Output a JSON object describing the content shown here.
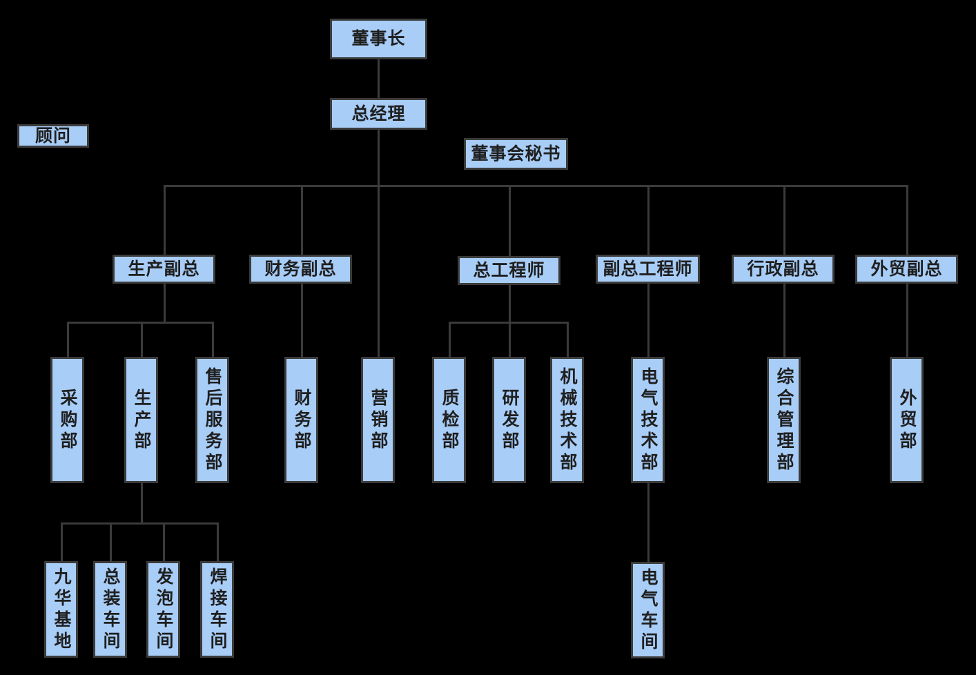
{
  "chart_data": {
    "type": "diagram",
    "title": "公司组织架构图",
    "orientation": "top-down",
    "node_fill": "#a8cdf7",
    "node_border": "#3b3b3b",
    "background": "#000000",
    "nodes": [
      {
        "id": "chairman",
        "label": "董事长",
        "level": 0,
        "orient": "horizontal"
      },
      {
        "id": "gm",
        "label": "总经理",
        "level": 1,
        "orient": "horizontal"
      },
      {
        "id": "board_sec",
        "label": "董事会秘书",
        "level": 1,
        "orient": "horizontal"
      },
      {
        "id": "advisor",
        "label": "顾问",
        "level": 1,
        "orient": "horizontal"
      },
      {
        "id": "vp_prod",
        "label": "生产副总",
        "level": 2,
        "orient": "horizontal"
      },
      {
        "id": "vp_fin",
        "label": "财务副总",
        "level": 2,
        "orient": "horizontal"
      },
      {
        "id": "chief_eng",
        "label": "总工程师",
        "level": 2,
        "orient": "horizontal"
      },
      {
        "id": "dep_chief_eng",
        "label": "副总工程师",
        "level": 2,
        "orient": "horizontal"
      },
      {
        "id": "vp_admin",
        "label": "行政副总",
        "level": 2,
        "orient": "horizontal"
      },
      {
        "id": "vp_trade",
        "label": "外贸副总",
        "level": 2,
        "orient": "horizontal"
      },
      {
        "id": "purchasing",
        "label": "采购部",
        "level": 3,
        "orient": "vertical"
      },
      {
        "id": "production",
        "label": "生产部",
        "level": 3,
        "orient": "vertical"
      },
      {
        "id": "aftersales",
        "label": "售后服务部",
        "level": 3,
        "orient": "vertical"
      },
      {
        "id": "finance",
        "label": "财务部",
        "level": 3,
        "orient": "vertical"
      },
      {
        "id": "marketing",
        "label": "营销部",
        "level": 3,
        "orient": "vertical"
      },
      {
        "id": "qc",
        "label": "质检部",
        "level": 3,
        "orient": "vertical"
      },
      {
        "id": "rd",
        "label": "研发部",
        "level": 3,
        "orient": "vertical"
      },
      {
        "id": "mech_tech",
        "label": "机械技术部",
        "level": 3,
        "orient": "vertical"
      },
      {
        "id": "elec_tech",
        "label": "电气技术部",
        "level": 3,
        "orient": "vertical"
      },
      {
        "id": "general_admin",
        "label": "综合管理部",
        "level": 3,
        "orient": "vertical"
      },
      {
        "id": "foreign_trade",
        "label": "外贸部",
        "level": 3,
        "orient": "vertical"
      },
      {
        "id": "jiuhua_base",
        "label": "九华基地",
        "level": 4,
        "orient": "vertical"
      },
      {
        "id": "assembly_ws",
        "label": "总装车间",
        "level": 4,
        "orient": "vertical"
      },
      {
        "id": "foaming_ws",
        "label": "发泡车间",
        "level": 4,
        "orient": "vertical"
      },
      {
        "id": "welding_ws",
        "label": "焊接车间",
        "level": 4,
        "orient": "vertical"
      },
      {
        "id": "elec_ws",
        "label": "电气车间",
        "level": 4,
        "orient": "vertical"
      }
    ],
    "edges": [
      {
        "from": "chairman",
        "to": "gm"
      },
      {
        "from": "gm",
        "to": "vp_prod"
      },
      {
        "from": "gm",
        "to": "vp_fin"
      },
      {
        "from": "gm",
        "to": "marketing"
      },
      {
        "from": "gm",
        "to": "chief_eng"
      },
      {
        "from": "gm",
        "to": "dep_chief_eng"
      },
      {
        "from": "gm",
        "to": "vp_admin"
      },
      {
        "from": "gm",
        "to": "vp_trade"
      },
      {
        "from": "vp_prod",
        "to": "purchasing"
      },
      {
        "from": "vp_prod",
        "to": "production"
      },
      {
        "from": "vp_prod",
        "to": "aftersales"
      },
      {
        "from": "vp_fin",
        "to": "finance"
      },
      {
        "from": "chief_eng",
        "to": "qc"
      },
      {
        "from": "chief_eng",
        "to": "rd"
      },
      {
        "from": "chief_eng",
        "to": "mech_tech"
      },
      {
        "from": "dep_chief_eng",
        "to": "elec_tech"
      },
      {
        "from": "vp_admin",
        "to": "general_admin"
      },
      {
        "from": "vp_trade",
        "to": "foreign_trade"
      },
      {
        "from": "production",
        "to": "jiuhua_base"
      },
      {
        "from": "production",
        "to": "assembly_ws"
      },
      {
        "from": "production",
        "to": "foaming_ws"
      },
      {
        "from": "production",
        "to": "welding_ws"
      },
      {
        "from": "elec_tech",
        "to": "elec_ws"
      }
    ]
  },
  "labels": {
    "chairman": "董事长",
    "gm": "总经理",
    "board_sec": "董事会秘书",
    "advisor": "顾问",
    "vp_prod": "生产副总",
    "vp_fin": "财务副总",
    "chief_eng": "总工程师",
    "dep_chief_eng": "副总工程师",
    "vp_admin": "行政副总",
    "vp_trade": "外贸副总",
    "purchasing": "采购部",
    "production": "生产部",
    "aftersales": "售后服务部",
    "finance": "财务部",
    "marketing": "营销部",
    "qc": "质检部",
    "rd": "研发部",
    "mech_tech": "机械技术部",
    "elec_tech": "电气技术部",
    "general_admin": "综合管理部",
    "foreign_trade": "外贸部",
    "jiuhua_base": "九华基地",
    "assembly_ws": "总装车间",
    "foaming_ws": "发泡车间",
    "welding_ws": "焊接车间",
    "elec_ws": "电气车间"
  }
}
